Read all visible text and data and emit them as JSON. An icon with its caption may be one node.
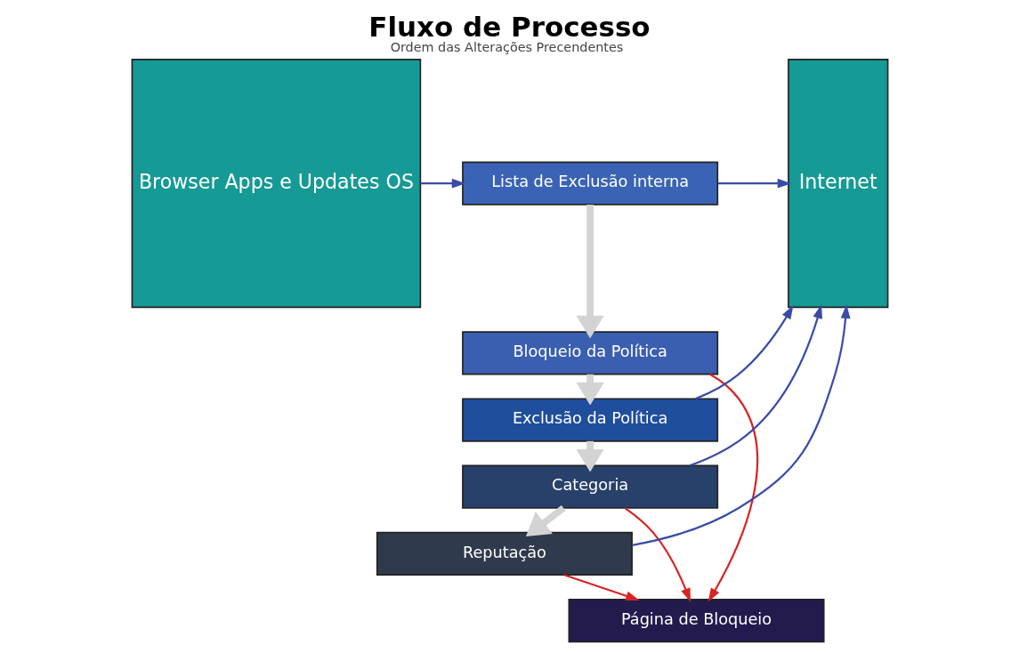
{
  "diagram": {
    "title": "Fluxo de Processo",
    "caption": "Ordem das Alterações Precendentes",
    "nodes": [
      {
        "text": [
          "Browser Apps e Updates OS"
        ]
      },
      {
        "text": [
          "Lista de Exclusão interna"
        ]
      },
      {
        "text": [
          "Bloqueio da Política"
        ]
      },
      {
        "text": [
          "Exclusão da Política"
        ]
      },
      {
        "text": [
          "Categoria"
        ]
      },
      {
        "text": [
          "Reputação"
        ]
      },
      {
        "text": [
          "Página de Bloqueio"
        ]
      },
      {
        "text": [
          "Internet"
        ]
      }
    ],
    "edges": [
      {
        "from": 0,
        "to": 1,
        "arrow": "to"
      },
      {
        "from": 1,
        "to": 7,
        "arrow": "to"
      },
      {
        "from": 1,
        "to": 2,
        "arrow": "to",
        "style": "thick",
        "color": "#d3d3d3"
      },
      {
        "from": 2,
        "to": 3,
        "arrow": "to",
        "style": "thick",
        "color": "#d3d3d3"
      },
      {
        "from": 3,
        "to": 4,
        "arrow": "to",
        "style": "thick",
        "color": "#d3d3d3"
      },
      {
        "from": 4,
        "to": 5,
        "arrow": "to",
        "style": "thick",
        "color": "#d3d3d3"
      },
      {
        "from": 3,
        "to": 7,
        "arrow": "to"
      },
      {
        "from": 4,
        "to": 7,
        "arrow": "to"
      },
      {
        "from": 5,
        "to": 7,
        "arrow": "to"
      },
      {
        "from": 2,
        "to": 6,
        "arrow": "to",
        "color": "#d92323"
      },
      {
        "from": 4,
        "to": 6,
        "arrow": "to",
        "color": "#d92323"
      },
      {
        "from": 5,
        "to": 6,
        "arrow": "to",
        "color": "#d92323"
      }
    ]
  }
}
